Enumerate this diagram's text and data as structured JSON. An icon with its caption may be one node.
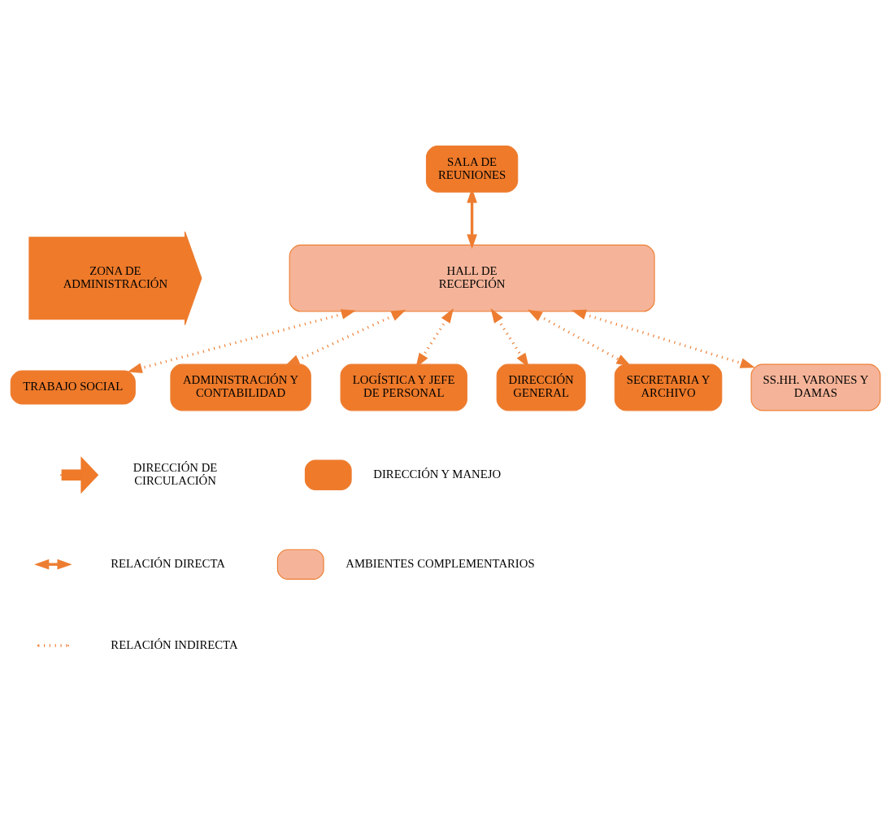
{
  "diagram": {
    "nodes": [
      {
        "text": [
          "SALA DE REUNIONES"
        ]
      },
      {
        "text": [
          "ZONA DE ADMINISTRACIÓN"
        ]
      },
      {
        "text": [
          "HALL DE RECEPCIÓN"
        ]
      },
      {
        "text": [
          "TRABAJO SOCIAL"
        ]
      },
      {
        "text": [
          "ADMINISTRACIÓN Y CONTABILIDAD"
        ]
      },
      {
        "text": [
          "LOGÍSTICA Y JEFE DE PERSONAL"
        ]
      },
      {
        "text": [
          "DIRECCIÓN GENERAL"
        ]
      },
      {
        "text": [
          "SECRETARIA Y ARCHIVO"
        ]
      },
      {
        "text": [
          "SS.HH. VARONES Y DAMAS"
        ]
      }
    ],
    "edges": [
      {
        "from": 0,
        "to": 2,
        "arrow": "both"
      },
      {
        "from": 2,
        "to": 3,
        "arrow": "both",
        "style": "dashed"
      },
      {
        "from": 2,
        "to": 4,
        "arrow": "both",
        "style": "dashed"
      },
      {
        "from": 2,
        "to": 5,
        "arrow": "both",
        "style": "dashed"
      },
      {
        "from": 2,
        "to": 6,
        "arrow": "both",
        "style": "dashed"
      },
      {
        "from": 2,
        "to": 7,
        "arrow": "both",
        "style": "dashed"
      },
      {
        "from": 2,
        "to": 8,
        "arrow": "both",
        "style": "dashed"
      }
    ],
    "legend": [
      {
        "text": "DIRECCIÓN DE CIRCULACIÓN"
      },
      {
        "text": "RELACIÓN DIRECTA"
      },
      {
        "text": "RELACIÓN INDIRECTA"
      },
      {
        "text": "DIRECCIÓN Y MANEJO",
        "color": "#ee7a2a"
      },
      {
        "text": "AMBIENTES COMPLEMENTARIOS",
        "color": "#f5b499"
      }
    ]
  }
}
